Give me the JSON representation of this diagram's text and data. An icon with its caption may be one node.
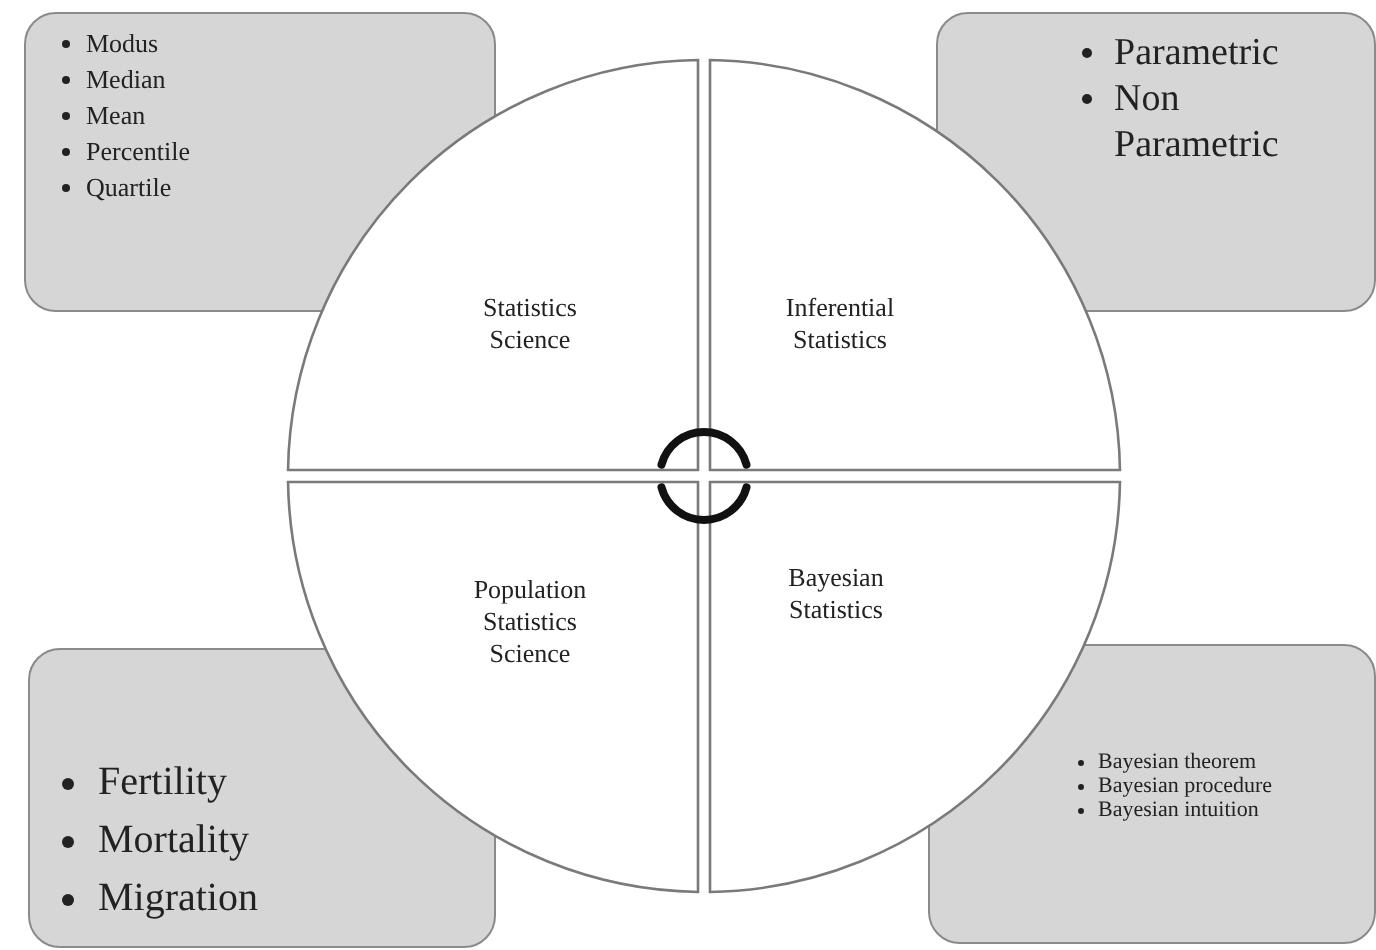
{
  "diagram": {
    "nodes": [
      {
        "text": [
          "Modus",
          "Median",
          "Mean",
          "Percentile",
          "Quartile"
        ]
      },
      {
        "text": [
          "Statistics Science"
        ]
      },
      {
        "text": [
          "Inferential Statistics"
        ]
      },
      {
        "text": [
          "Parametric",
          "Non Parametric"
        ]
      },
      {
        "text": [
          "Population Statistics Science"
        ]
      },
      {
        "text": [
          "Bayesian Statistics"
        ]
      },
      {
        "text": [
          "Fertility",
          "Mortality",
          "Migration"
        ]
      },
      {
        "text": [
          "Bayesian theorem",
          "Bayesian procedure",
          "Bayesian intuition"
        ]
      }
    ],
    "edges": []
  }
}
